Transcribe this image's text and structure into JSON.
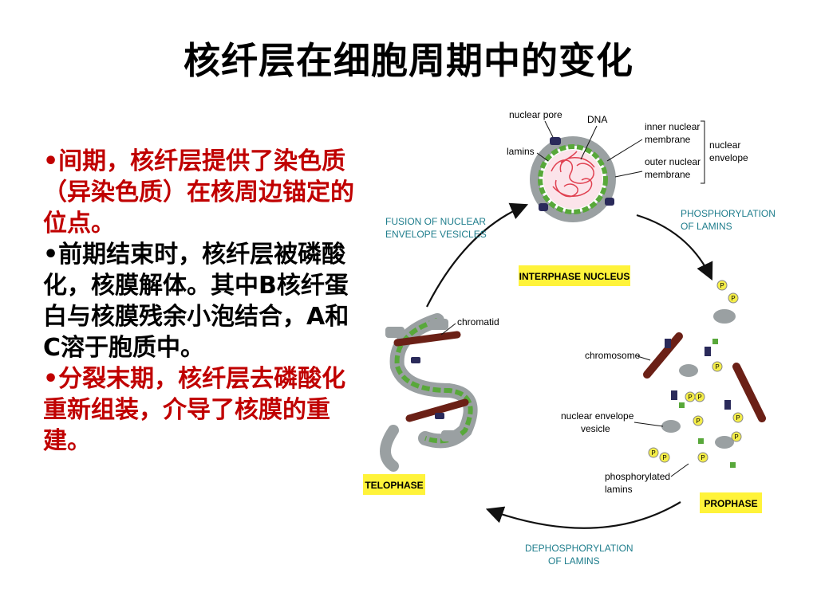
{
  "title": "核纤层在细胞周期中的变化",
  "bullets": [
    {
      "text": "•间期，核纤层提供了染色质（异染色质）在核周边锚定的位点。",
      "color": "#c00000"
    },
    {
      "text": "•前期结束时，核纤层被磷酸化，核膜解体。其中B核纤蛋白与核膜残余小泡结合，A和C溶于胞质中。",
      "color": "#000000"
    },
    {
      "text": "•分裂末期，核纤层去磷酸化重新组装，介导了核膜的重建。",
      "color": "#c00000"
    }
  ],
  "diagram": {
    "labels": {
      "nuclear_pore": "nuclear pore",
      "dna": "DNA",
      "lamins": "lamins",
      "inner_membrane_1": "inner nuclear",
      "inner_membrane_2": "membrane",
      "outer_membrane_1": "outer nuclear",
      "outer_membrane_2": "membrane",
      "nuclear_envelope_1": "nuclear",
      "nuclear_envelope_2": "envelope",
      "fusion_1": "FUSION OF NUCLEAR",
      "fusion_2": "ENVELOPE VESICLES",
      "phospho_1": "PHOSPHORYLATION",
      "phospho_2": "OF LAMINS",
      "interphase": "INTERPHASE NUCLEUS",
      "chromatid": "chromatid",
      "chromosome": "chromosome",
      "vesicle_1": "nuclear envelope",
      "vesicle_2": "vesicle",
      "phos_lamins_1": "phosphorylated",
      "phos_lamins_2": "lamins",
      "telophase": "TELOPHASE",
      "prophase": "PROPHASE",
      "dephospho_1": "DEPHOSPHORYLATION",
      "dephospho_2": "OF LAMINS",
      "p": "P"
    },
    "colors": {
      "membrane": "#9aa0a2",
      "lamin": "#58a83a",
      "chromatin": "#e04050",
      "chromosome": "#6b2016",
      "stage_box": "#fff33a",
      "stage_label": "#1e7d8c",
      "pore": "#2a2a5a",
      "phosphate": "#f5ee48"
    }
  }
}
